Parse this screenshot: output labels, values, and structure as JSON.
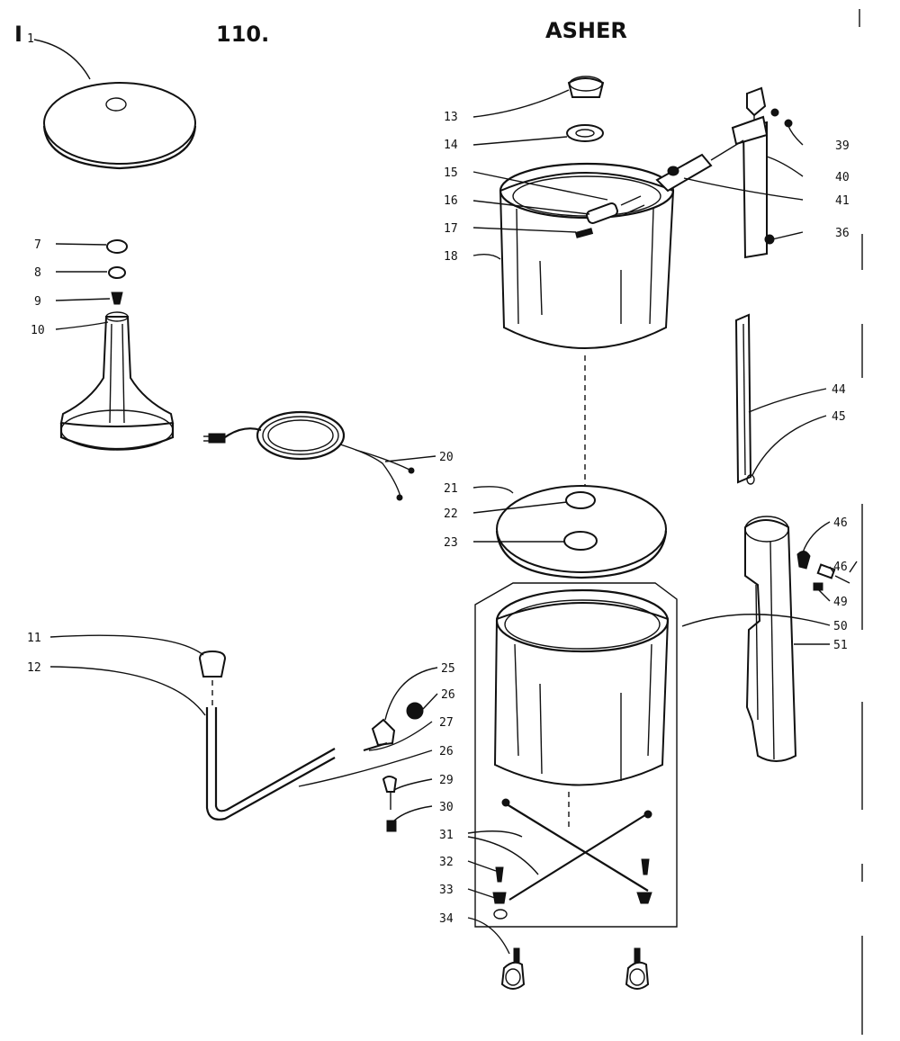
{
  "header": {
    "left": "110.",
    "right": "ASHER"
  },
  "callouts": [
    {
      "id": "c1",
      "text": "1"
    },
    {
      "id": "c7",
      "text": "7"
    },
    {
      "id": "c8a",
      "text": "8"
    },
    {
      "id": "c9",
      "text": "9"
    },
    {
      "id": "c10",
      "text": "10"
    },
    {
      "id": "c11",
      "text": "11"
    },
    {
      "id": "c12",
      "text": "12"
    },
    {
      "id": "c13",
      "text": "13"
    },
    {
      "id": "c14",
      "text": "14"
    },
    {
      "id": "c15",
      "text": "15"
    },
    {
      "id": "c16",
      "text": "16"
    },
    {
      "id": "c17",
      "text": "17"
    },
    {
      "id": "c18",
      "text": "18"
    },
    {
      "id": "c20",
      "text": "20"
    },
    {
      "id": "c21",
      "text": "21"
    },
    {
      "id": "c22",
      "text": "22"
    },
    {
      "id": "c23",
      "text": "23"
    },
    {
      "id": "c25",
      "text": "25"
    },
    {
      "id": "c26a",
      "text": "26"
    },
    {
      "id": "c27",
      "text": "27"
    },
    {
      "id": "c26b",
      "text": "26"
    },
    {
      "id": "c29",
      "text": "29"
    },
    {
      "id": "c30",
      "text": "30"
    },
    {
      "id": "c31",
      "text": "31"
    },
    {
      "id": "c32",
      "text": "32"
    },
    {
      "id": "c33",
      "text": "33"
    },
    {
      "id": "c34",
      "text": "34"
    },
    {
      "id": "c39",
      "text": "39"
    },
    {
      "id": "c40",
      "text": "40"
    },
    {
      "id": "c41",
      "text": "41"
    },
    {
      "id": "c36",
      "text": "36"
    },
    {
      "id": "c44",
      "text": "44"
    },
    {
      "id": "c45",
      "text": "45"
    },
    {
      "id": "c46a",
      "text": "46"
    },
    {
      "id": "c46b",
      "text": "46"
    },
    {
      "id": "c49",
      "text": "49"
    },
    {
      "id": "c50",
      "text": "50"
    },
    {
      "id": "c51",
      "text": "51"
    }
  ]
}
